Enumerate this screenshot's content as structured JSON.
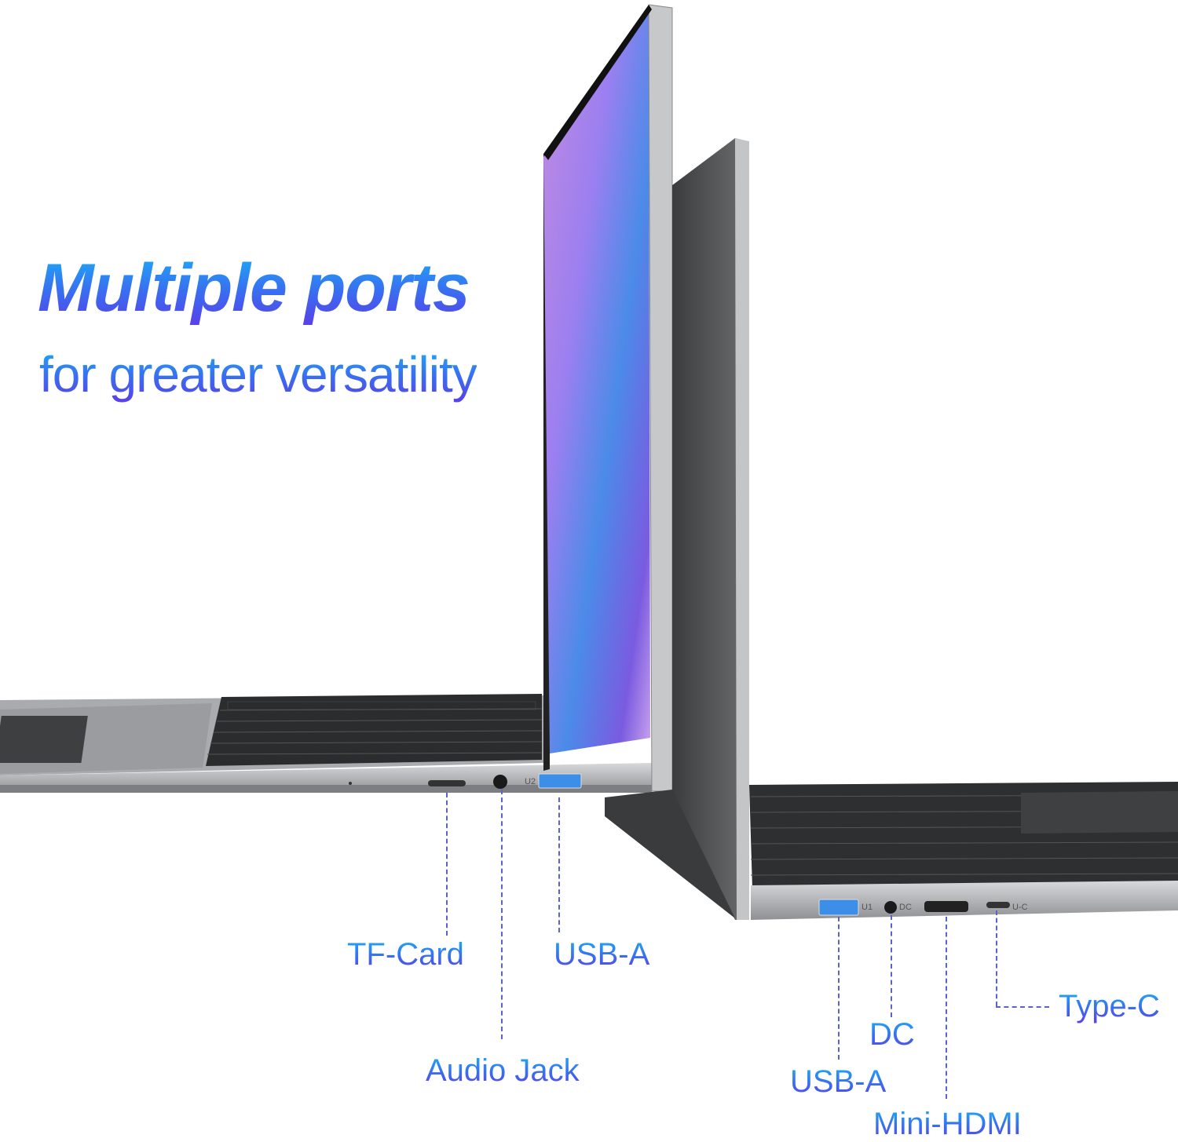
{
  "headline": {
    "title": "Multiple ports",
    "subtitle": "for greater versatility",
    "gradient_colors": [
      "#19b2f5",
      "#3a6cf0",
      "#5a3ee8"
    ]
  },
  "left_laptop": {
    "port_marks": [
      "U2"
    ],
    "ports": [
      {
        "label": "TF-Card"
      },
      {
        "label": "Audio Jack"
      },
      {
        "label": "USB-A"
      }
    ]
  },
  "right_laptop": {
    "port_marks": [
      "U1",
      "DC",
      "U-C"
    ],
    "ports": [
      {
        "label": "USB-A"
      },
      {
        "label": "DC"
      },
      {
        "label": "Mini-HDMI"
      },
      {
        "label": "Type-C"
      }
    ]
  },
  "colors": {
    "usb_port_blue": "#3c8ee8",
    "chassis_silver": "#b9bbbe",
    "keyboard_dark": "#2b2c2e",
    "leader_line": "#5a63c8"
  }
}
